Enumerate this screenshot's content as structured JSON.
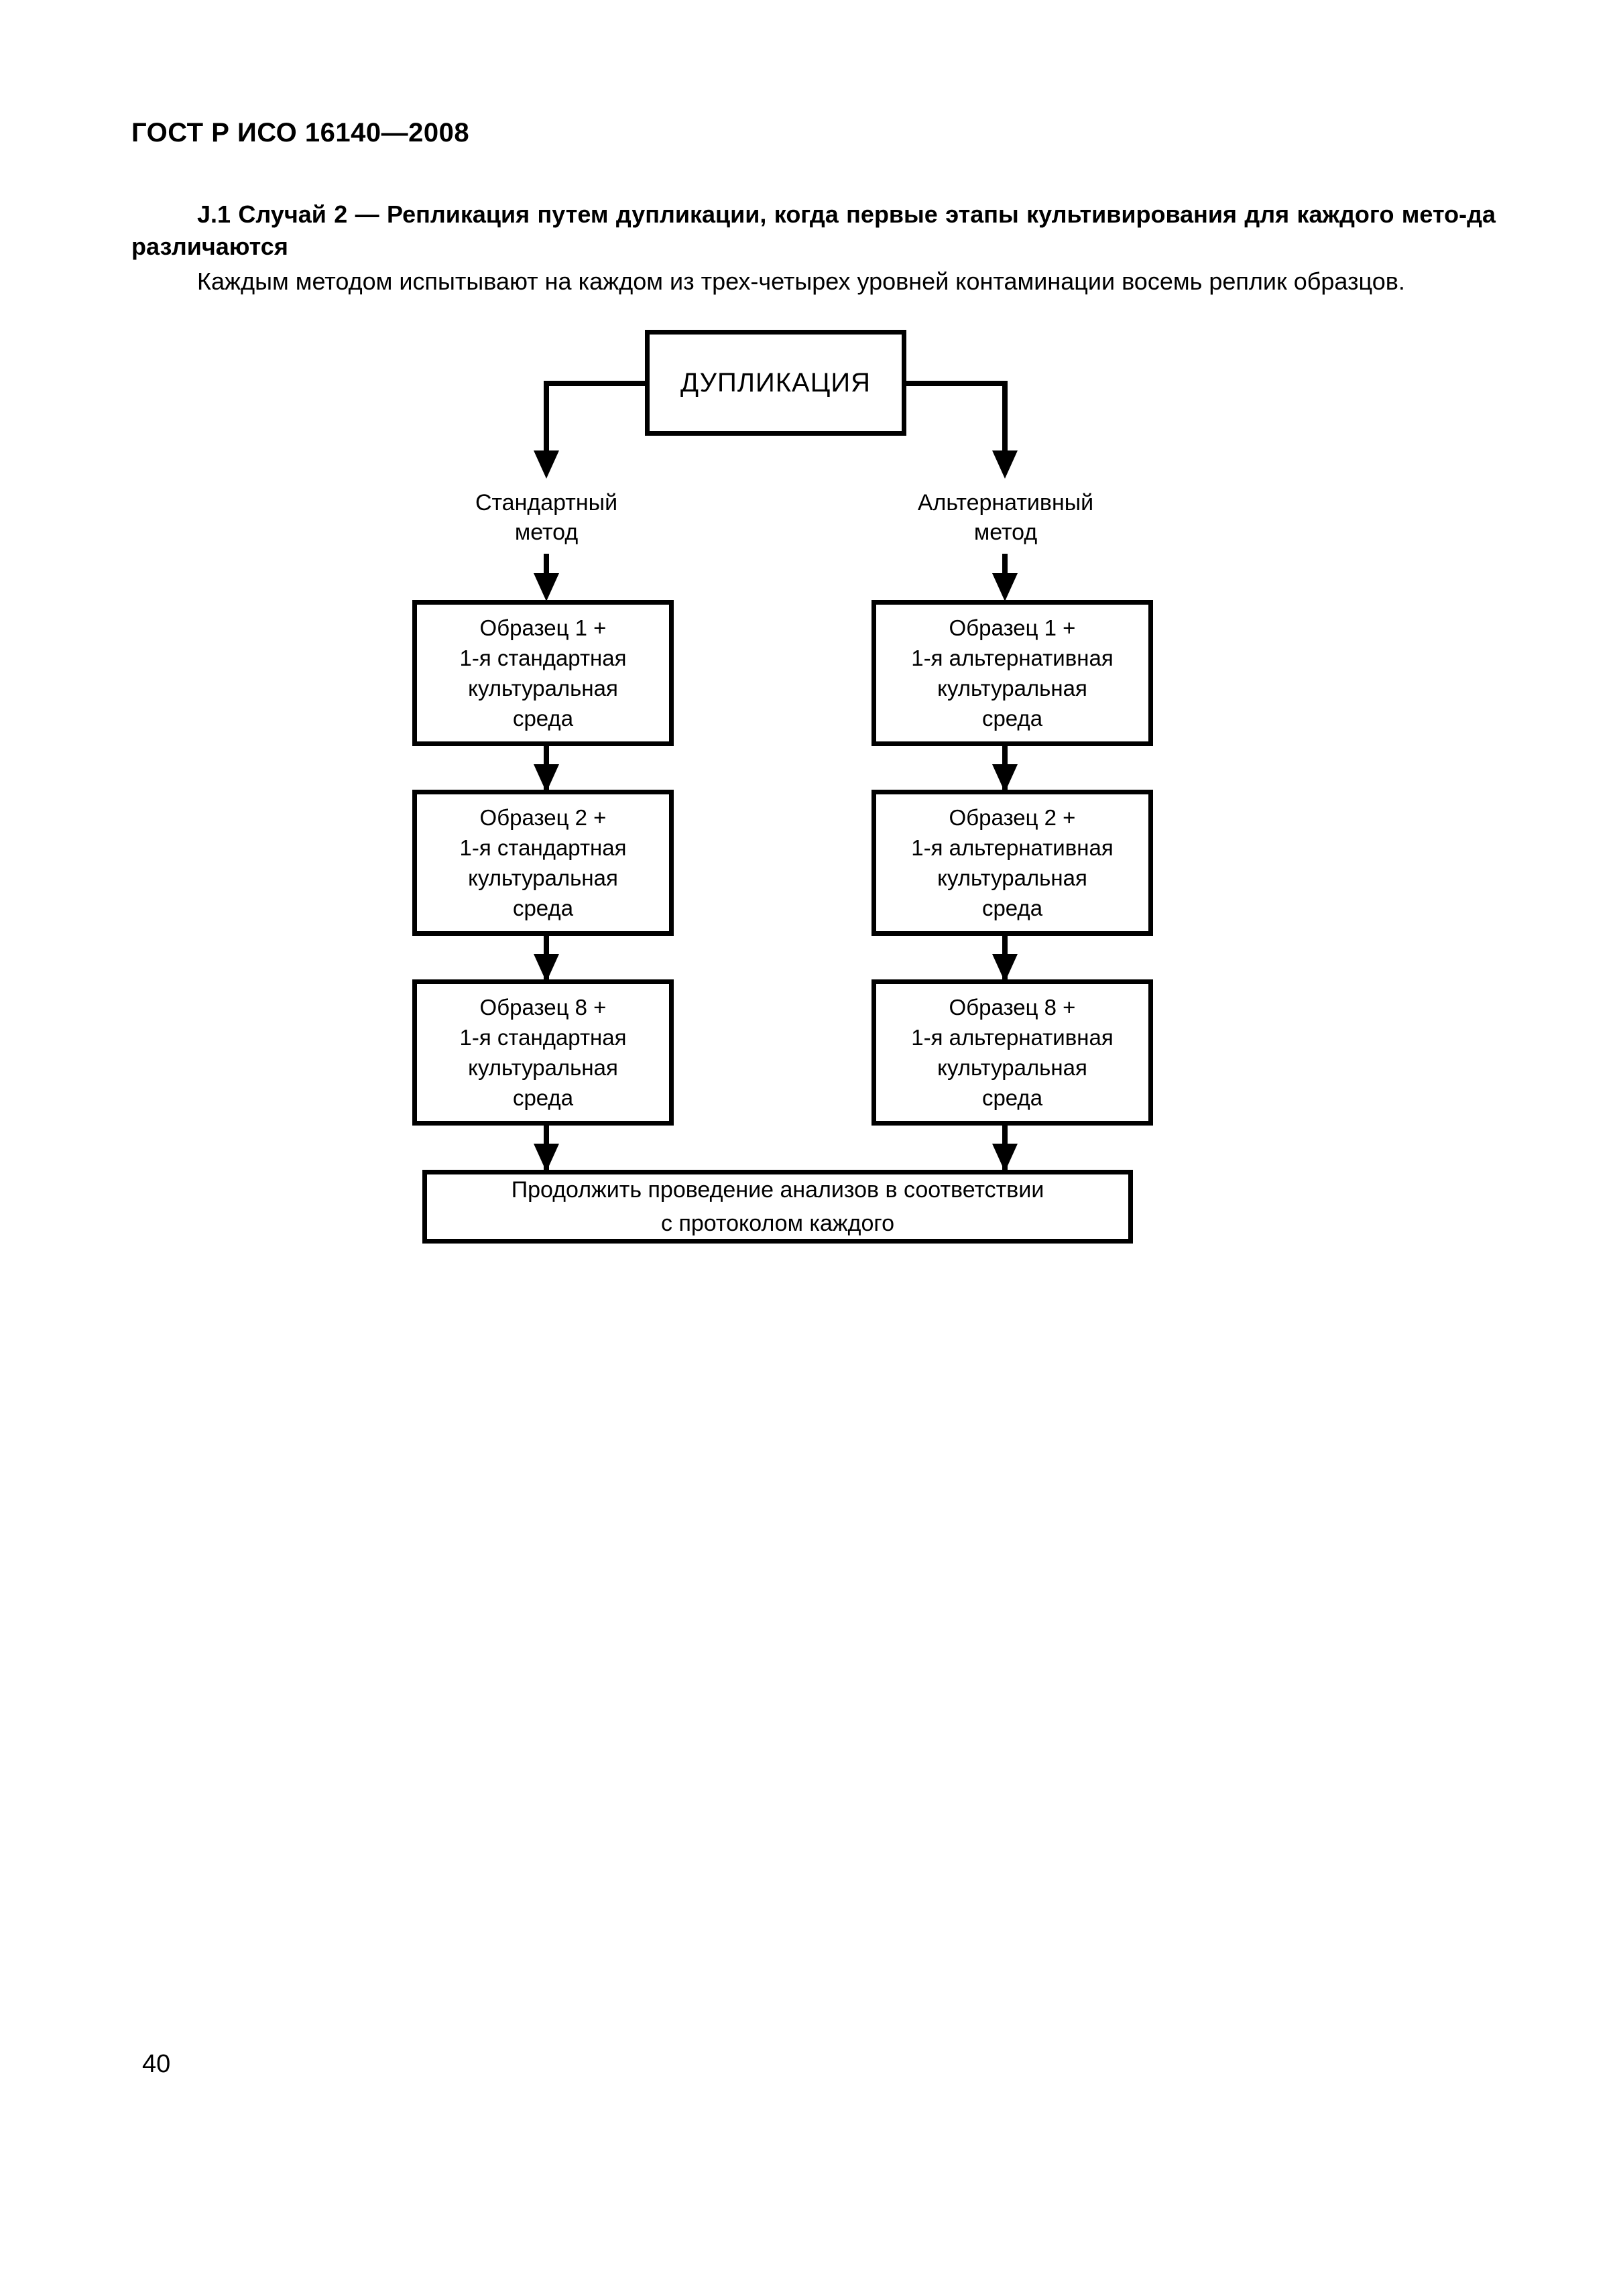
{
  "document": {
    "header": "ГОСТ Р ИСО 16140—2008",
    "page_number": "40"
  },
  "body": {
    "clause_heading": "J.1 Случай 2 — Репликация путем дупликации, когда первые этапы культивирования для каждого мето-да  различаются",
    "paragraph": "Каждым методом испытывают на каждом из трех-четырех  уровней контаминации восемь реплик образцов."
  },
  "flowchart": {
    "root": "ДУПЛИКАЦИЯ",
    "branches": [
      {
        "label": "Стандартный\nметод"
      },
      {
        "label": "Альтернативный\nметод"
      }
    ],
    "columns": [
      {
        "name": "standard",
        "steps": [
          "Образец 1 +\n1-я стандартная\nкультуральная\nсреда",
          "Образец 2 +\n1-я стандартная\nкультуральная\nсреда",
          "Образец 8 +\n1-я стандартная\nкультуральная\nсреда"
        ]
      },
      {
        "name": "alternative",
        "steps": [
          "Образец 1 +\n1-я альтернативная\nкультуральная\nсреда",
          "Образец 2 +\n1-я альтернативная\nкультуральная\nсреда",
          "Образец 8 +\n1-я альтернативная\nкультуральная\nсреда"
        ]
      }
    ],
    "tail": "Продолжить проведение анализов в соответствии\nс протоколом каждого"
  },
  "colors": {
    "ink": "#000000",
    "paper": "#ffffff"
  }
}
